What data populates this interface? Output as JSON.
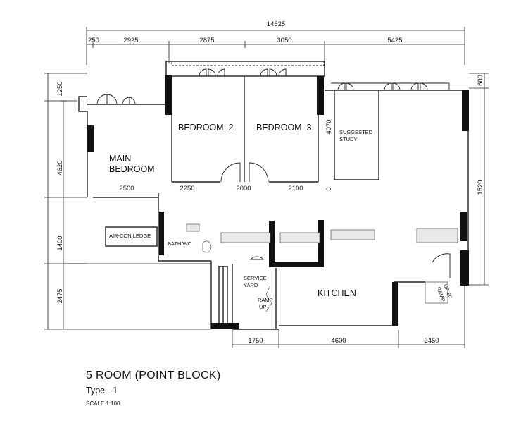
{
  "dimensions": {
    "top_total": "14525",
    "top_segments": [
      "250",
      "2925",
      "2875",
      "3050",
      "5425"
    ],
    "left_segments": [
      "1250",
      "4620",
      "1400",
      "2475"
    ],
    "right_segments": [
      "600",
      "1520"
    ],
    "inner_widths": [
      "2500",
      "2250",
      "2000",
      "2100"
    ],
    "study_depth": "4070",
    "mark_zero": "0",
    "bottom_segments": [
      "1750",
      "4600",
      "2450"
    ]
  },
  "rooms": {
    "main_bedroom": [
      "MAIN",
      "BEDROOM"
    ],
    "bedroom2": "BEDROOM  2",
    "bedroom3": "BEDROOM  3",
    "study": [
      "SUGGESTED",
      "STUDY"
    ],
    "aircon": "AIR-CON LEDGE",
    "bath": "BATH/WC",
    "service_yard": [
      "SERVICE",
      "YARD"
    ],
    "ramp_left": [
      "RAMP",
      "UP"
    ],
    "kitchen": "KITCHEN",
    "ramp_right": [
      "RAMP",
      "UP-50"
    ]
  },
  "footer": {
    "title": "5 ROOM (POINT BLOCK)",
    "type": "Type - 1",
    "scale": "SCALE  1:100"
  }
}
